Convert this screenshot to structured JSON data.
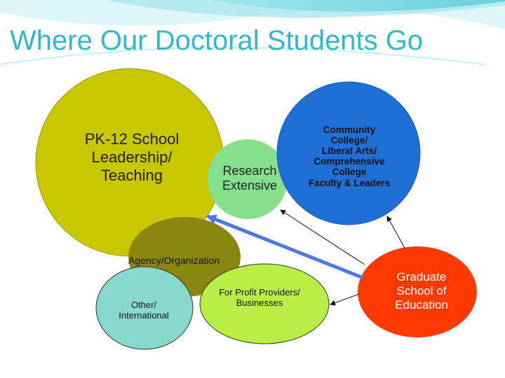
{
  "title": "Where Our Doctoral Students Go",
  "nodes": {
    "pk12": "PK-12 School\nLeadership/\nTeaching",
    "research": "Research\nExtensive",
    "community": "Community\nCollege/\nLiberal Arts/\nComprehensive\nCollege\nFaculty & Leaders",
    "agency": "Agency/Organization",
    "other": "Other/\nInternational",
    "forprofit": "For Profit Providers/\nBusinesses",
    "graduate": "Graduate\nSchool of\nEducation"
  },
  "colors": {
    "title": "#2fb9c9",
    "pk12": "#c9c800",
    "research": "#86e08b",
    "community": "#1e6fd6",
    "agency": "#8a8710",
    "other": "#86d9cc",
    "forprofit": "#b8ee45",
    "graduate": "#ff3a00",
    "highlight_arrow": "#4f78e6"
  }
}
